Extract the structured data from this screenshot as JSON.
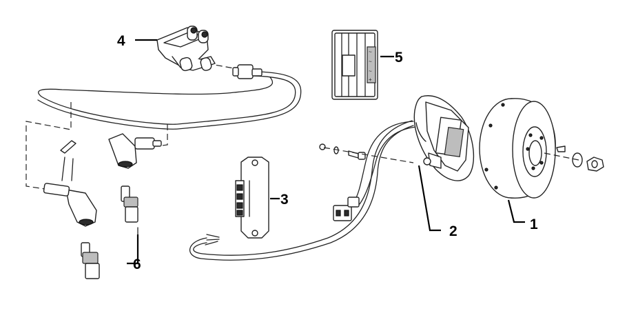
{
  "callouts": [
    {
      "id": "flywheel",
      "number": "1"
    },
    {
      "id": "stator",
      "number": "2"
    },
    {
      "id": "regulator",
      "number": "3"
    },
    {
      "id": "ignition-coil",
      "number": "4"
    },
    {
      "id": "cdi-unit",
      "number": "5"
    },
    {
      "id": "spark-plug",
      "number": "6"
    }
  ]
}
